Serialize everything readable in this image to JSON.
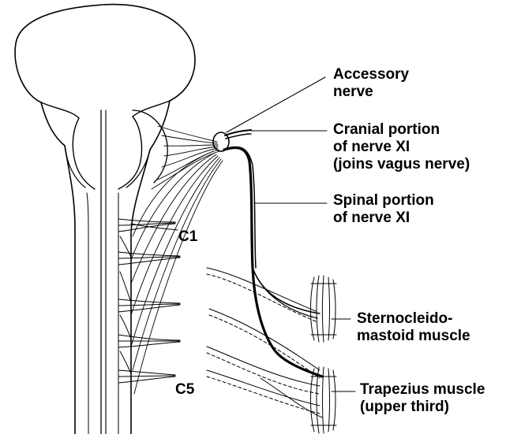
{
  "labels": {
    "accessory": [
      "Accessory",
      "nerve"
    ],
    "cranial": [
      "Cranial portion",
      "of nerve XI",
      "(joins vagus nerve)"
    ],
    "spinal": [
      "Spinal portion",
      "of nerve XI"
    ],
    "sternocleidomastoid": [
      "Sternocleido-",
      "mastoid muscle"
    ],
    "trapezius": [
      "Trapezius muscle",
      "(upper third)"
    ]
  },
  "segments": {
    "c1": "C1",
    "c5": "C5"
  },
  "colors": {
    "ink": "#000000",
    "background": "#ffffff"
  }
}
